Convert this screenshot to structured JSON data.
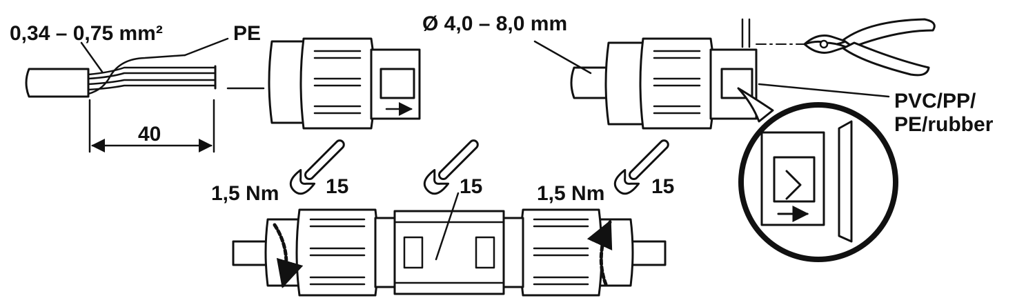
{
  "labels": {
    "wire_cross_section": "0,34 – 0,75 mm²",
    "pe": "PE",
    "strip_length": "40",
    "cable_diameter": "Ø 4,0 – 8,0 mm",
    "cable_materials_line1": "PVC/PP/",
    "cable_materials_line2": "PE/rubber",
    "torque_left": "1,5 Nm",
    "torque_right": "1,5 Nm",
    "wrench_size_left": "15",
    "wrench_size_center": "15",
    "wrench_size_right": "15"
  },
  "colors": {
    "ink": "#111111",
    "paper": "#ffffff"
  },
  "icons": [
    "wrench-icon",
    "pliers-icon",
    "arrow-icon"
  ]
}
